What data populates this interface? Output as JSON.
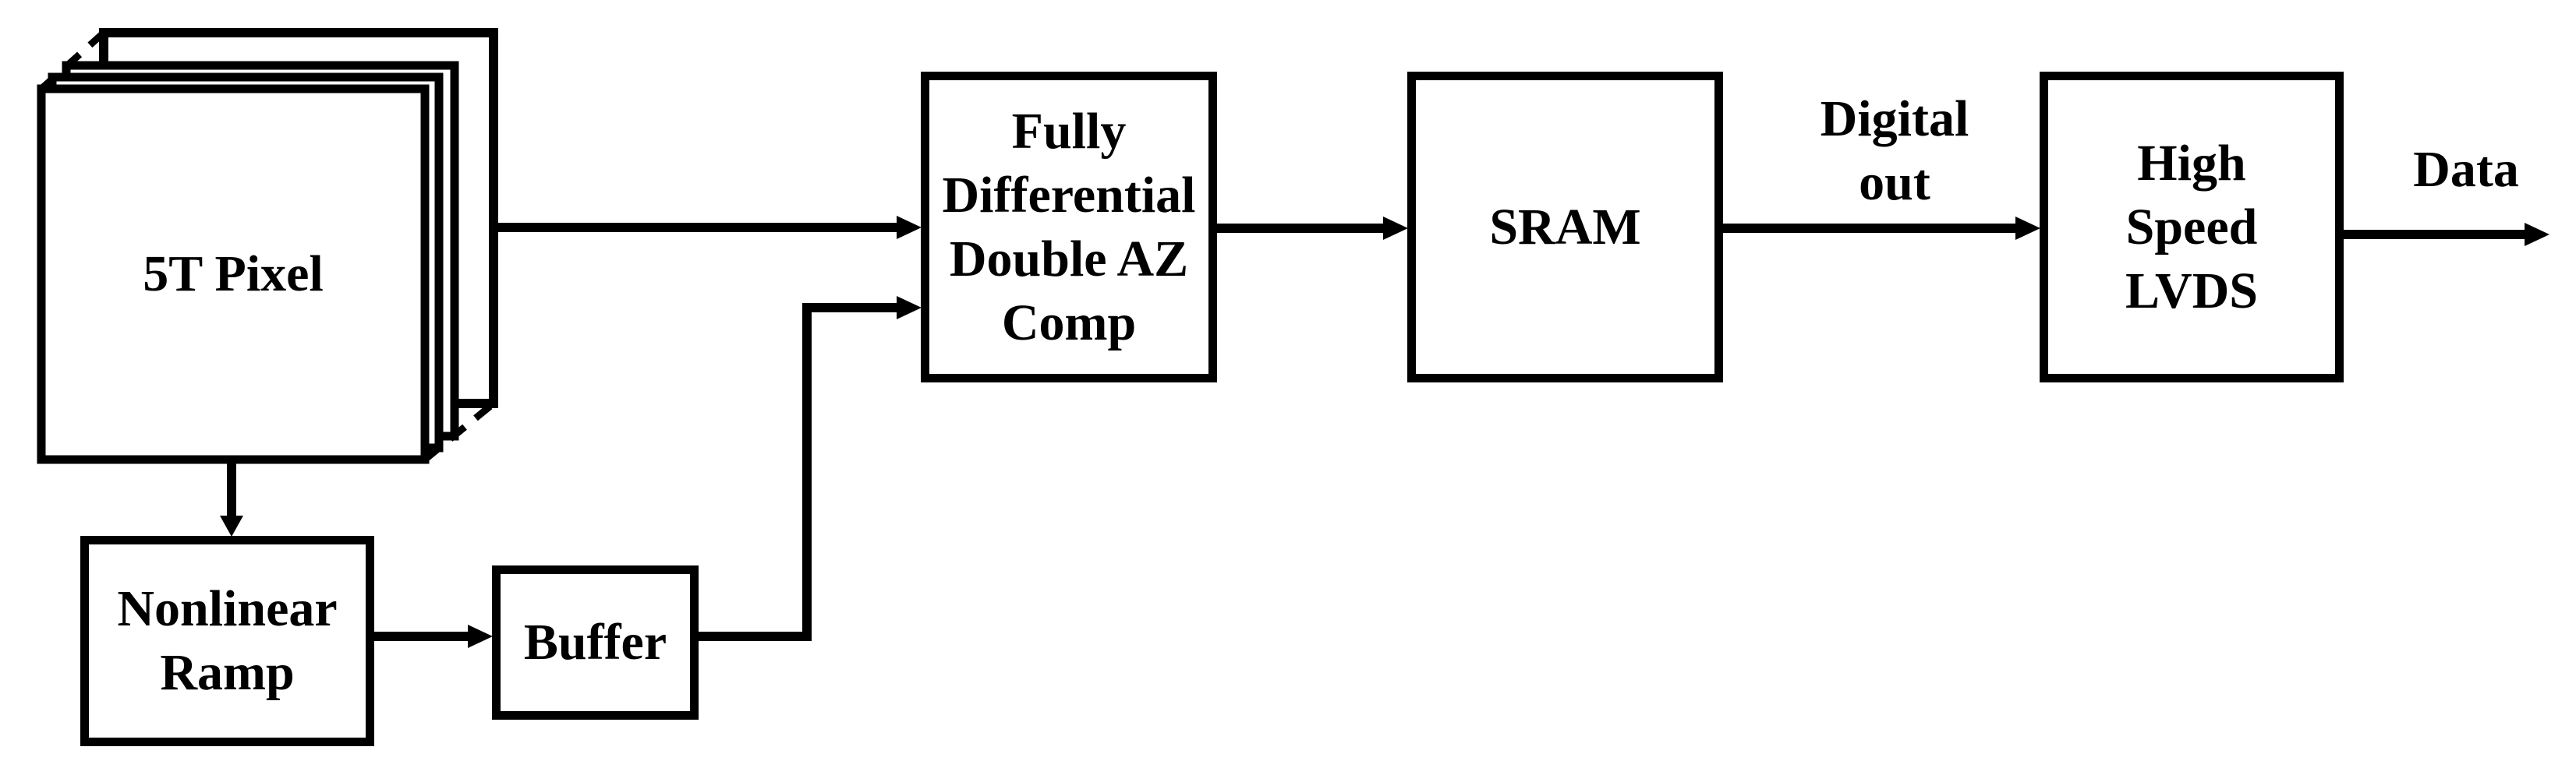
{
  "figure": {
    "type": "block-diagram",
    "description_visible_text_only": true,
    "colors": {
      "stroke": "#000000",
      "fill": "#ffffff"
    }
  },
  "blocks": {
    "pixel": {
      "label": "5T Pixel"
    },
    "ramp": {
      "lines": [
        "Nonlinear",
        "Ramp"
      ]
    },
    "buffer": {
      "lines": [
        "Buffer"
      ]
    },
    "comp": {
      "lines": [
        "Fully",
        "Differential",
        "Double AZ",
        "Comp"
      ]
    },
    "sram": {
      "lines": [
        "SRAM"
      ]
    },
    "lvds": {
      "lines": [
        "High",
        "Speed",
        "LVDS"
      ]
    }
  },
  "annotations": {
    "digital_out": {
      "lines": [
        "Digital",
        "out"
      ]
    },
    "data": {
      "label": "Data"
    }
  }
}
